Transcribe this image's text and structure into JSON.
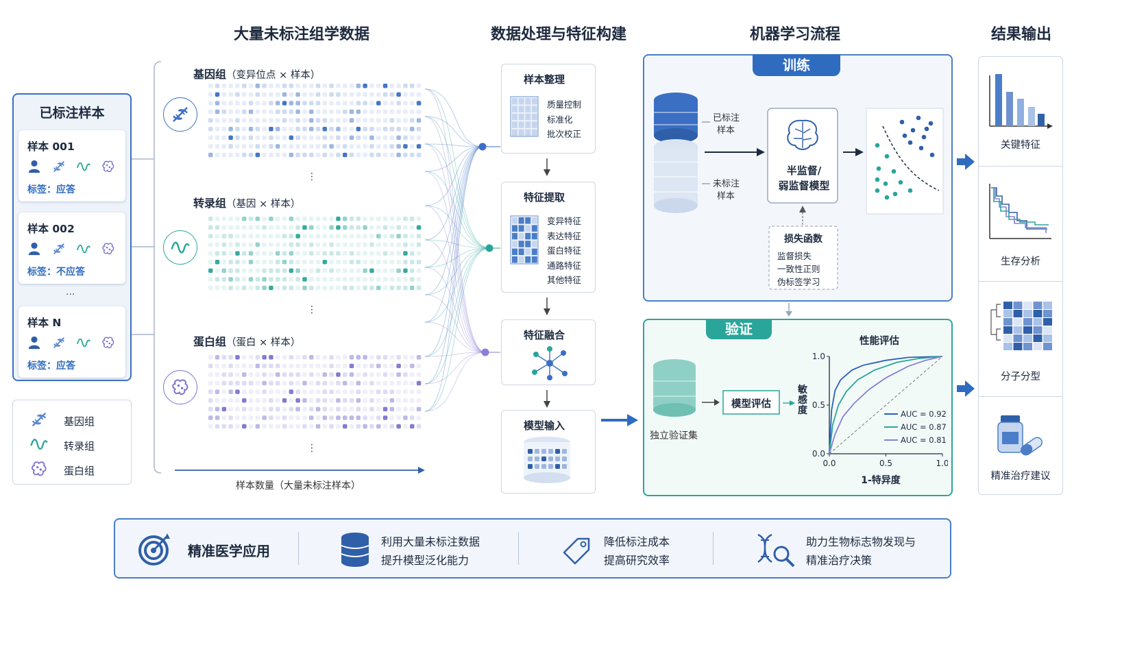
{
  "columns": {
    "unlabeled": "大量未标注组学数据",
    "processing": "数据处理与特征构建",
    "ml": "机器学习流程",
    "output": "结果输出"
  },
  "labeled": {
    "title": "已标注样本",
    "samples": [
      {
        "name": "样本 001",
        "label": "标签：应答"
      },
      {
        "name": "样本 002",
        "label": "标签：不应答"
      },
      {
        "name": "样本 N",
        "label": "标签：应答"
      }
    ],
    "ellipsis": "..."
  },
  "legend": {
    "items": [
      {
        "icon": "dna-icon",
        "text": "基因组"
      },
      {
        "icon": "wave-icon",
        "text": "转录组"
      },
      {
        "icon": "protein-icon",
        "text": "蛋白组"
      }
    ]
  },
  "omics": {
    "blocks": [
      {
        "title": "基因组",
        "sub": "（变异位点 × 样本）",
        "color": "#3a6fc4"
      },
      {
        "title": "转录组",
        "sub": "（基因 × 样本）",
        "color": "#2aa59a"
      },
      {
        "title": "蛋白组",
        "sub": "（蛋白 × 样本）",
        "color": "#7a74d0"
      }
    ],
    "vdots": "⋮",
    "xaxis": "样本数量（大量未标注样本）"
  },
  "processing": {
    "steps": [
      {
        "title": "样本整理",
        "items": [
          "质量控制",
          "标准化",
          "批次校正"
        ]
      },
      {
        "title": "特征提取",
        "items": [
          "变异特征",
          "表达特征",
          "蛋白特征",
          "通路特征",
          "其他特征"
        ]
      },
      {
        "title": "特征融合",
        "items": []
      },
      {
        "title": "模型输入",
        "items": []
      }
    ]
  },
  "training": {
    "header": "训练",
    "labeled": "已标注\n样本",
    "labeled_l1": "已标注",
    "labeled_l2": "样本",
    "unlabeled_l1": "未标注",
    "unlabeled_l2": "样本",
    "model_l1": "半监督/",
    "model_l2": "弱监督模型",
    "loss_title": "损失函数",
    "loss_items": [
      "监督损失",
      "一致性正则",
      "伪标签学习"
    ]
  },
  "validation": {
    "header": "验证",
    "dataset": "独立验证集",
    "eval": "模型评估",
    "ylabel": "敏感度",
    "perf_title": "性能评估",
    "xlabel": "1-特异度"
  },
  "chart_data": {
    "type": "line",
    "title": "性能评估",
    "xlabel": "1-特异度",
    "ylabel": "敏感度",
    "xlim": [
      0,
      1
    ],
    "ylim": [
      0,
      1
    ],
    "xticks": [
      "0.0",
      "0.5",
      "1.0"
    ],
    "yticks": [
      "0.0",
      "0.5",
      "1.0"
    ],
    "legend_position": "bottom-right",
    "series": [
      {
        "name": "AUC = 0.92",
        "color": "#2a5fb8",
        "x": [
          0,
          0.02,
          0.05,
          0.1,
          0.2,
          0.3,
          0.5,
          0.7,
          1
        ],
        "y": [
          0,
          0.45,
          0.65,
          0.76,
          0.86,
          0.91,
          0.96,
          0.99,
          1
        ]
      },
      {
        "name": "AUC = 0.87",
        "color": "#2aa59a",
        "x": [
          0,
          0.03,
          0.08,
          0.15,
          0.25,
          0.4,
          0.6,
          0.8,
          1
        ],
        "y": [
          0,
          0.3,
          0.5,
          0.64,
          0.76,
          0.86,
          0.94,
          0.98,
          1
        ]
      },
      {
        "name": "AUC = 0.81",
        "color": "#8a7fd4",
        "x": [
          0,
          0.05,
          0.12,
          0.22,
          0.35,
          0.5,
          0.7,
          0.85,
          1
        ],
        "y": [
          0,
          0.2,
          0.38,
          0.52,
          0.66,
          0.78,
          0.9,
          0.96,
          1
        ]
      }
    ]
  },
  "outputs": [
    {
      "label": "关键特征",
      "icon": "bar-chart-icon"
    },
    {
      "label": "生存分析",
      "icon": "survival-curve-icon"
    },
    {
      "label": "分子分型",
      "icon": "heatmap-icon"
    },
    {
      "label": "精准治疗建议",
      "icon": "medicine-icon"
    }
  ],
  "footer": {
    "title": "精准医学应用",
    "items": [
      {
        "l1": "利用大量未标注数据",
        "l2": "提升模型泛化能力",
        "icon": "database-icon"
      },
      {
        "l1": "降低标注成本",
        "l2": "提高研究效率",
        "icon": "tag-icon"
      },
      {
        "l1": "助力生物标志物发现与",
        "l2": "精准治疗决策",
        "icon": "dna-search-icon"
      }
    ]
  },
  "colors": {
    "accent": "#2f6cc0",
    "teal": "#2aa59a",
    "purple": "#7a74d0"
  }
}
